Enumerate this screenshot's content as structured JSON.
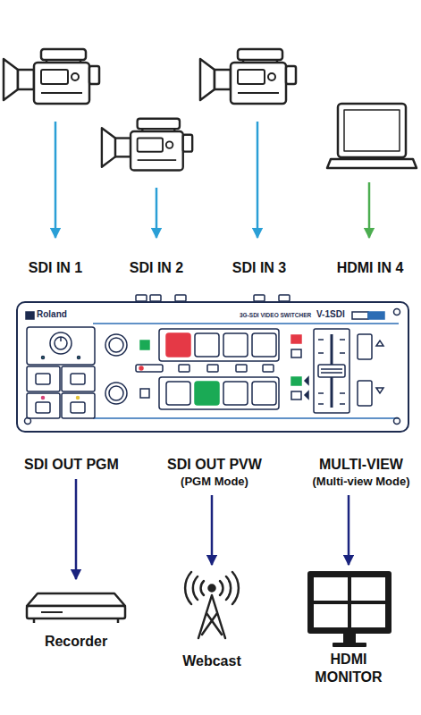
{
  "diagram": {
    "nodes": [
      {
        "text": [
          "SDI IN 1"
        ]
      },
      {
        "text": [
          "SDI IN 2"
        ]
      },
      {
        "text": [
          "SDI IN 3"
        ]
      },
      {
        "text": [
          "HDMI IN 4"
        ]
      },
      {
        "text": [
          "Roland",
          "3G-SDI VIDEO SWITCHER",
          "V-1SDI"
        ]
      },
      {
        "text": [
          "SDI OUT PGM"
        ]
      },
      {
        "text": [
          "SDI OUT PVW",
          "(PGM Mode)"
        ]
      },
      {
        "text": [
          "MULTI-VIEW",
          "(Multi-view Mode)"
        ]
      },
      {
        "text": [
          "Recorder"
        ]
      },
      {
        "text": [
          "Webcast"
        ]
      },
      {
        "text": [
          "HDMI MONITOR"
        ]
      }
    ],
    "edges": [
      {
        "from": 5,
        "to": 8,
        "arrow": "to"
      },
      {
        "from": 6,
        "to": 9,
        "arrow": "to"
      },
      {
        "from": 7,
        "to": 10,
        "arrow": "to"
      }
    ]
  }
}
